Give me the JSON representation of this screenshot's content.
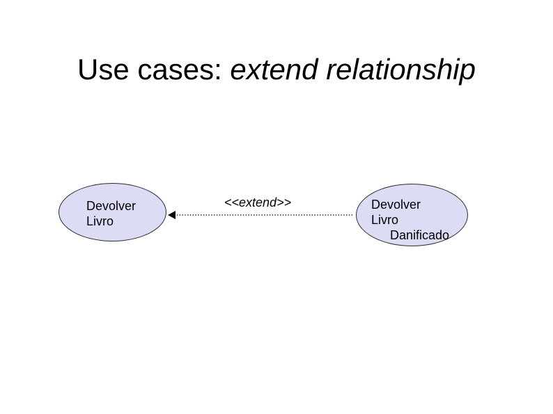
{
  "slide": {
    "title": {
      "regular": "Use cases: ",
      "italic": "extend relationship"
    },
    "diagram": {
      "use_cases": [
        {
          "role": "base-use-case",
          "label_lines": [
            "Devolver",
            "Livro"
          ]
        },
        {
          "role": "extending-use-case",
          "label_lines": [
            "Devolver",
            "Livro",
            "Danificado"
          ]
        }
      ],
      "relationship": {
        "type": "extend",
        "label": "<<extend>>",
        "direction": "right-to-left",
        "line_style": "dotted"
      }
    },
    "colors": {
      "background": "#ffffff",
      "text": "#000000",
      "ellipse_fill": "#dcdcf5",
      "ellipse_border": "#2b2b2b"
    }
  }
}
